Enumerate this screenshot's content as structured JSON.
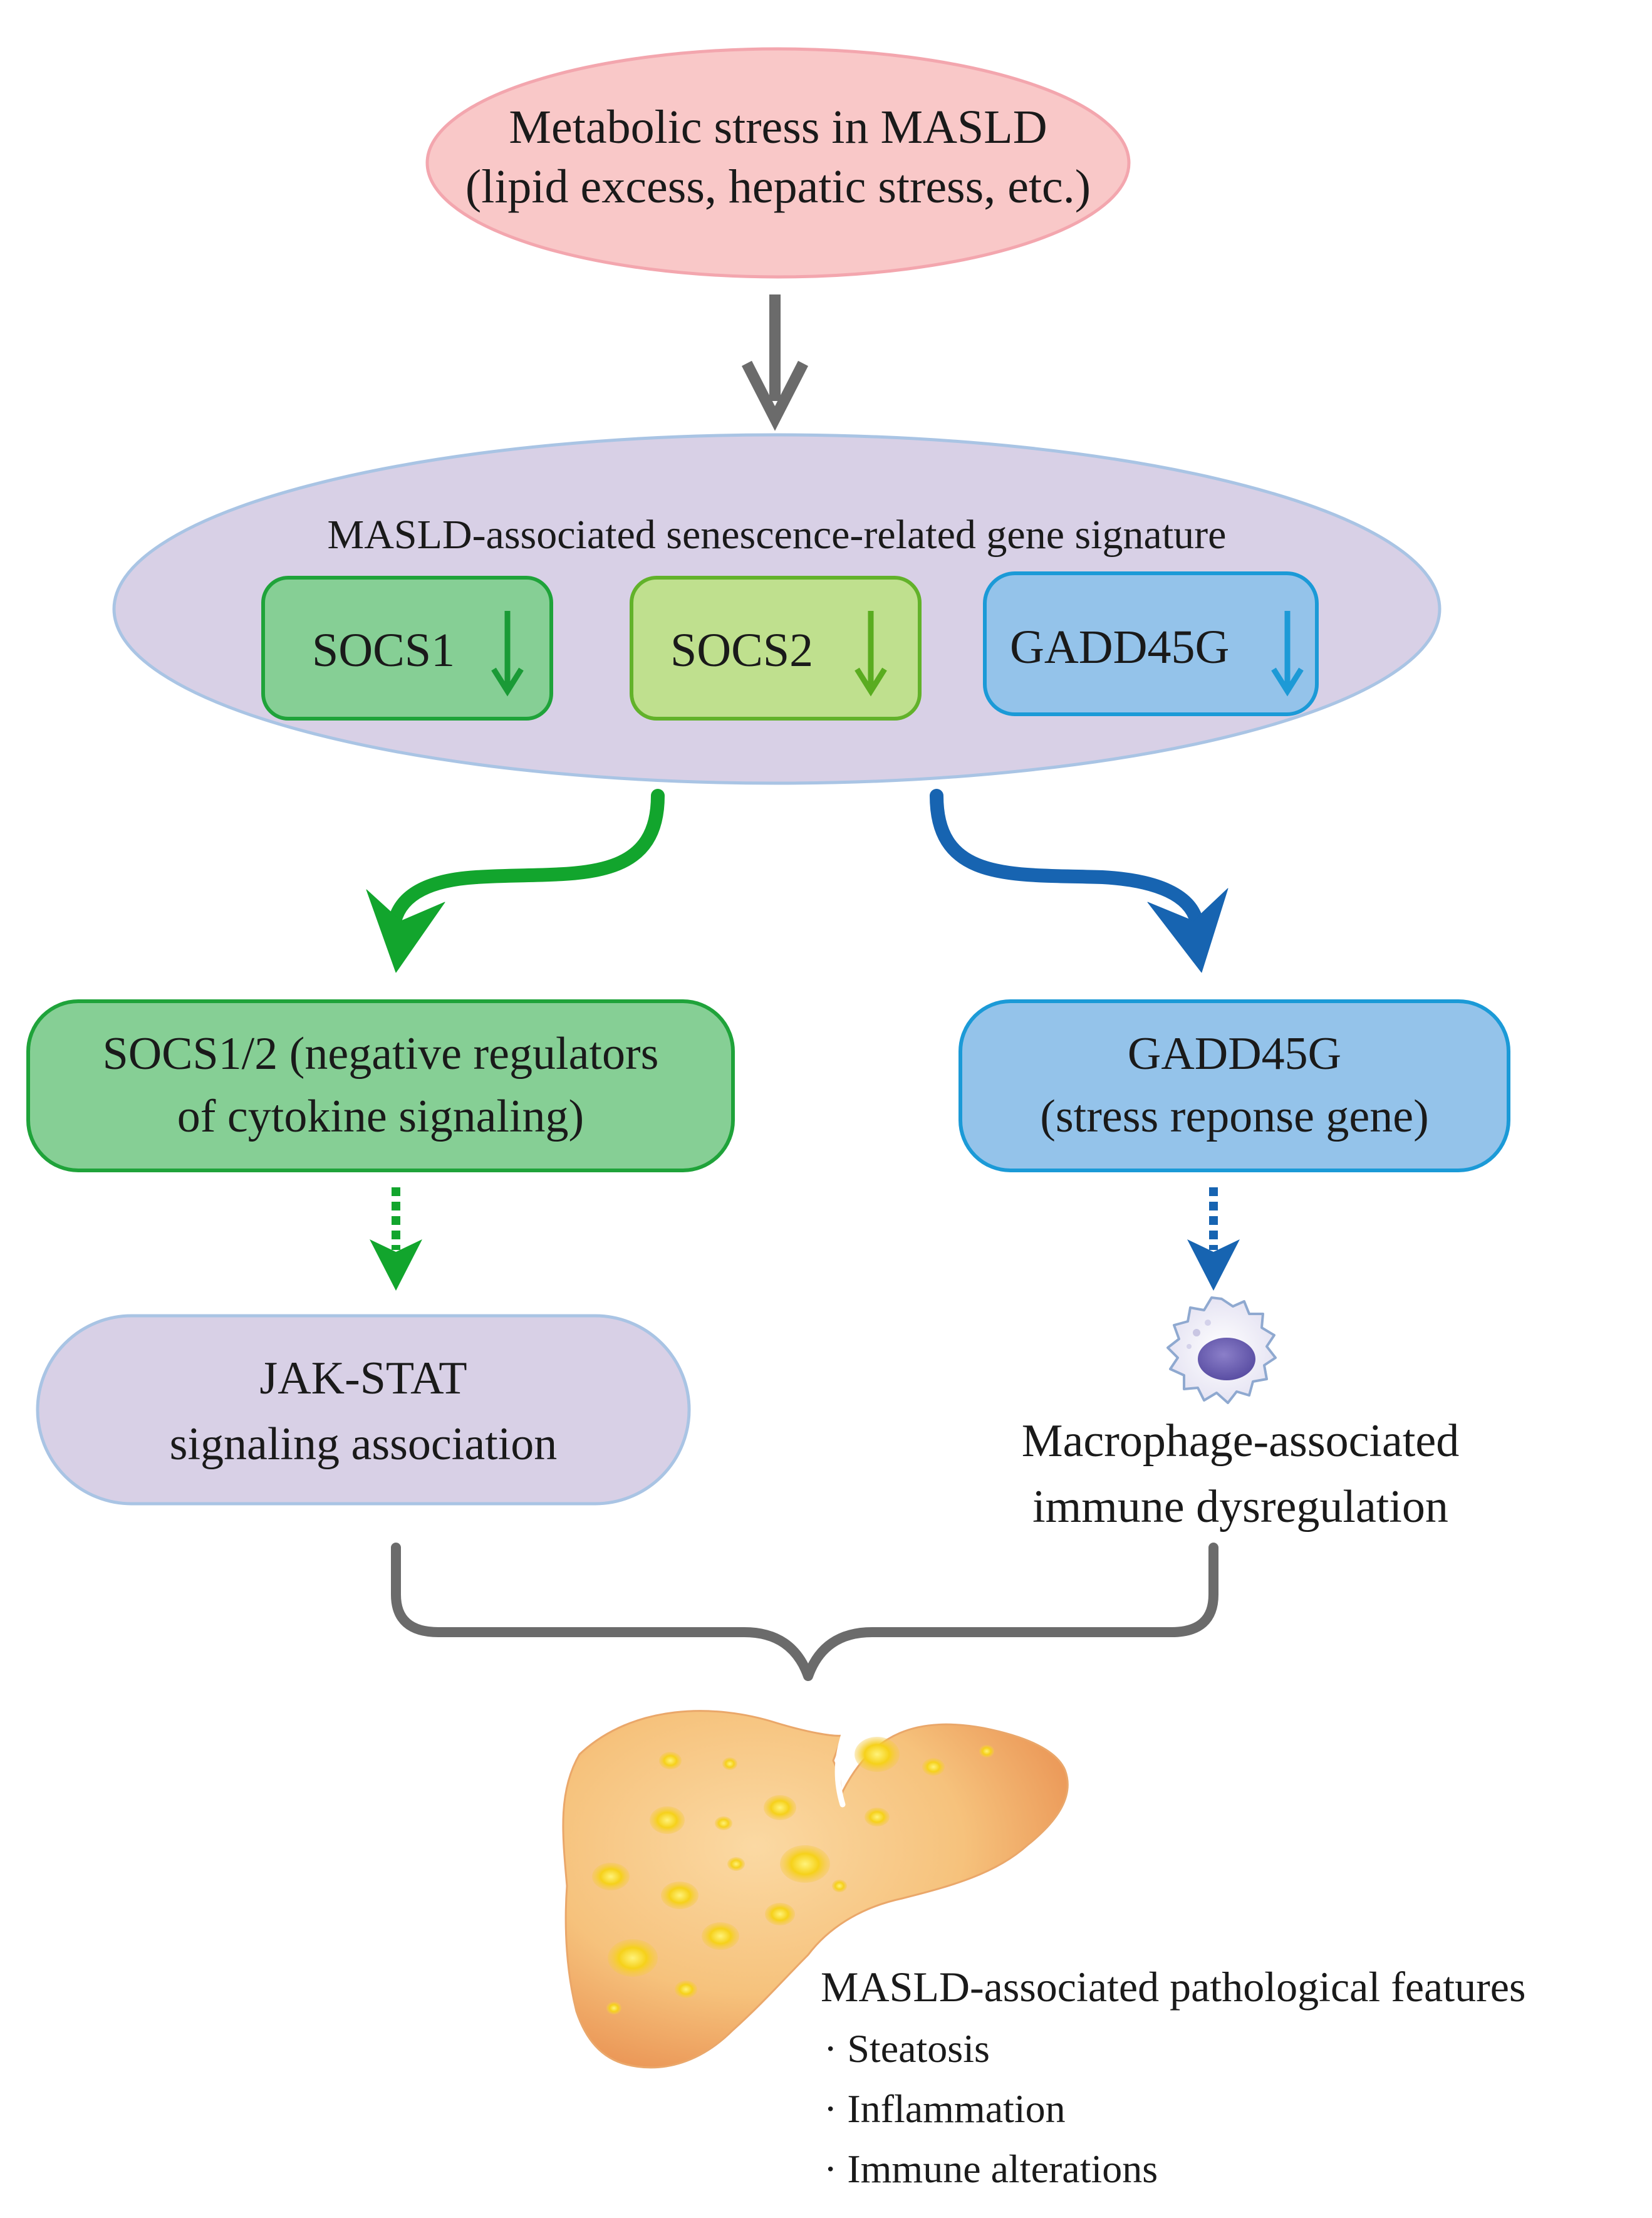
{
  "colors": {
    "stress_fill": "#f9c8c8",
    "stress_border": "#f3a6ae",
    "signature_fill": "#d8d0e6",
    "signature_border": "#a9c4e4",
    "socs1_fill": "#86cf95",
    "socs1_border": "#1fa33a",
    "socs1_arrow": "#1a9a36",
    "socs2_fill": "#bfe08e",
    "socs2_border": "#62b22a",
    "socs2_arrow": "#5aac20",
    "gadd_fill": "#94c3ea",
    "gadd_border": "#1b9ad7",
    "gadd_arrow": "#1d9ad6",
    "green_path": "#12a52d",
    "blue_path": "#1764b1",
    "gray_arrow": "#6b6b6b",
    "jak_fill": "#d8d0e6",
    "jak_border": "#a9c4e4",
    "liver_light": "#fbd9a3",
    "liver_dark": "#e7894b",
    "lipid_drop": "#f6d11a"
  },
  "stress": {
    "line1": "Metabolic stress in MASLD",
    "line2": "(lipid excess, hepatic stress, etc.)"
  },
  "signature": {
    "title": "MASLD-associated senescence-related gene signature",
    "genes": [
      {
        "label": "SOCS1",
        "arrow": "↓"
      },
      {
        "label": "SOCS2",
        "arrow": "↓"
      },
      {
        "label": "GADD45G",
        "arrow": "↓"
      }
    ]
  },
  "socs_box": {
    "line1": "SOCS1/2 (negative regulators",
    "line2": "of cytokine signaling)"
  },
  "gadd_box": {
    "line1": "GADD45G",
    "line2": "(stress reponse gene)"
  },
  "jak_box": {
    "line1": "JAK-STAT",
    "line2": "signaling association"
  },
  "macrophage": {
    "icon": "macrophage-cell-icon",
    "line1": "Macrophage-associated",
    "line2": "immune dysregulation"
  },
  "features": {
    "title": "MASLD-associated pathological features",
    "items": [
      "· Steatosis",
      "· Inflammation",
      "· Immune alterations"
    ]
  },
  "icons": {
    "liver": "liver-icon",
    "macrophage": "macrophage-cell-icon"
  }
}
